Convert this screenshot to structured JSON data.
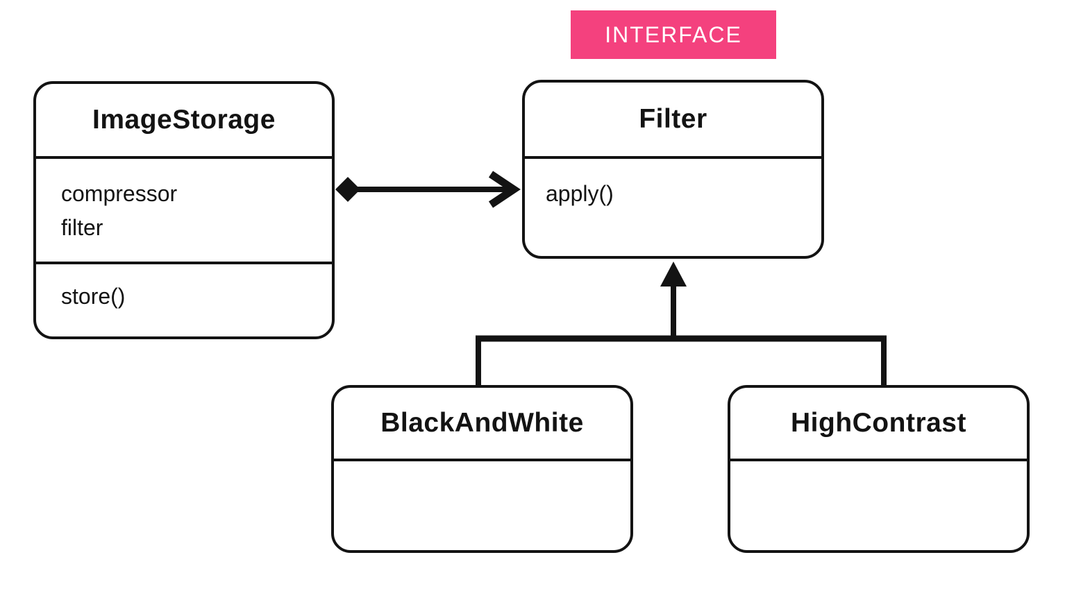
{
  "diagram": {
    "type": "uml-class-diagram",
    "background": "#ffffff",
    "line_color": "#131313",
    "accent_color": "#F4417E"
  },
  "badge": {
    "label": "INTERFACE",
    "color": "#F4417E",
    "text_color": "#ffffff"
  },
  "classes": {
    "image_storage": {
      "title": "ImageStorage",
      "attributes": [
        "compressor",
        "filter"
      ],
      "methods": [
        "store()"
      ]
    },
    "filter": {
      "title": "Filter",
      "stereotype": "INTERFACE",
      "attributes": [],
      "methods": [
        "apply()"
      ]
    },
    "black_and_white": {
      "title": "BlackAndWhite",
      "attributes": [],
      "methods": []
    },
    "high_contrast": {
      "title": "HighContrast",
      "attributes": [],
      "methods": []
    }
  },
  "relations": [
    {
      "type": "composition",
      "from": "ImageStorage",
      "to": "Filter",
      "tail": "filled-diamond",
      "head": "open-arrow"
    },
    {
      "type": "inheritance",
      "from": "BlackAndWhite",
      "to": "Filter",
      "head": "filled-triangle"
    },
    {
      "type": "inheritance",
      "from": "HighContrast",
      "to": "Filter",
      "head": "filled-triangle"
    }
  ]
}
